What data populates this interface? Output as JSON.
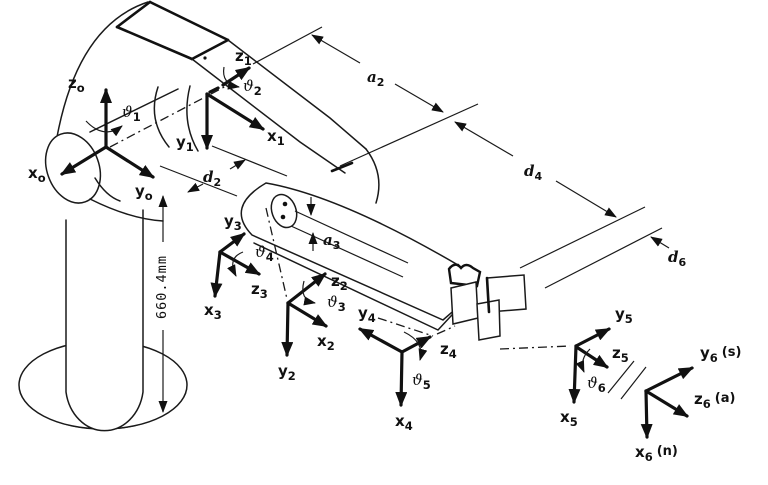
{
  "frames": {
    "f0": {
      "z": {
        "main": "z",
        "sub": "o"
      },
      "x": {
        "main": "x",
        "sub": "o"
      },
      "y": {
        "main": "y",
        "sub": "o"
      },
      "theta": {
        "main": "ϑ",
        "sub": "1"
      }
    },
    "f1": {
      "z": {
        "main": "z",
        "sub": "1"
      },
      "x": {
        "main": "x",
        "sub": "1"
      },
      "y": {
        "main": "y",
        "sub": "1"
      },
      "theta": {
        "main": "ϑ",
        "sub": "2"
      }
    },
    "f2": {
      "z": {
        "main": "z",
        "sub": "2"
      },
      "x": {
        "main": "x",
        "sub": "2"
      },
      "y": {
        "main": "y",
        "sub": "2"
      },
      "theta": {
        "main": "ϑ",
        "sub": "3"
      }
    },
    "f3": {
      "z": {
        "main": "z",
        "sub": "3"
      },
      "x": {
        "main": "x",
        "sub": "3"
      },
      "y": {
        "main": "y",
        "sub": "3"
      },
      "theta": {
        "main": "ϑ",
        "sub": "4"
      }
    },
    "f4": {
      "z": {
        "main": "z",
        "sub": "4"
      },
      "x": {
        "main": "x",
        "sub": "4"
      },
      "y": {
        "main": "y",
        "sub": "4"
      },
      "theta": {
        "main": "ϑ",
        "sub": "5"
      }
    },
    "f5": {
      "z": {
        "main": "z",
        "sub": "5"
      },
      "x": {
        "main": "x",
        "sub": "5"
      },
      "y": {
        "main": "y",
        "sub": "5"
      },
      "theta": {
        "main": "ϑ",
        "sub": "6"
      }
    },
    "f6": {
      "y": {
        "main": "y",
        "sub": "6",
        "suffix": "(s)"
      },
      "z": {
        "main": "z",
        "sub": "6",
        "suffix": "(a)"
      },
      "x": {
        "main": "x",
        "sub": "6",
        "suffix": "(n)"
      }
    }
  },
  "dimensions": {
    "a2": {
      "main": "a",
      "sub": "2"
    },
    "a3": {
      "main": "a",
      "sub": "3"
    },
    "d2": {
      "main": "d",
      "sub": "2"
    },
    "d4": {
      "main": "d",
      "sub": "4"
    },
    "d6": {
      "main": "d",
      "sub": "6"
    },
    "base_height": "660.4mm"
  },
  "colors": {
    "ink": "#1a1a1a",
    "paper": "#ffffff"
  }
}
